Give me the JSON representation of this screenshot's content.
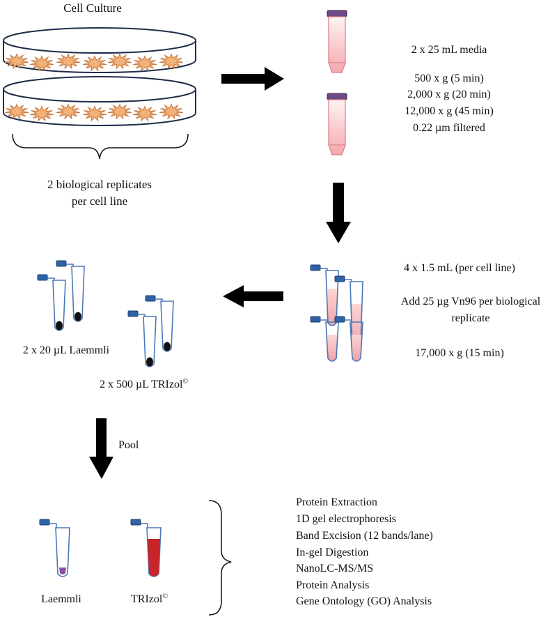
{
  "cell_culture": {
    "title": "Cell Culture",
    "replicates_line1": "2 biological  replicates",
    "replicates_line2": "per cell line"
  },
  "media": {
    "volume": "2 x 25 mL media",
    "spin1": "500 x g (5 min)",
    "spin2": "2,000 x g (20 min)",
    "spin3": "12,000 x g (45 min)",
    "filter": "0.22 µm filtered"
  },
  "isolation": {
    "volume": "4 x 1.5 mL (per cell line)",
    "add_line1": "Add 25 µg Vn96 per biological",
    "add_line2": "replicate",
    "spin": "17,000 x g (15 min)"
  },
  "lysis": {
    "laemmli": "2 x 20 µL Laemmli",
    "trizol": "2 x 500 µL TRIzol",
    "trizol_mark": "©"
  },
  "pool": {
    "label": "Pool"
  },
  "final": {
    "laemmli": "Laemmli",
    "trizol": "TRIzol",
    "trizol_mark": "©"
  },
  "downstream": {
    "steps": [
      "Protein Extraction",
      "1D gel electrophoresis",
      "Band Excision (12 bands/lane)",
      "In-gel Digestion",
      "NanoLC-MS/MS",
      "Protein Analysis",
      "Gene Ontology (GO) Analysis"
    ]
  },
  "colors": {
    "dish_outline": "#1f2d4a",
    "cells": "#f2b27a",
    "cells_stroke": "#c8763c",
    "tube_pink": "#f6c7c7",
    "tube_cap": "#6d4a86",
    "micro_outline": "#4a78b8",
    "micro_cap": "#2f63a8",
    "pellet": "#111111",
    "arrow": "#000000",
    "trizol_red": "#c8252a",
    "laemmli_purple": "#8a4fa5"
  }
}
